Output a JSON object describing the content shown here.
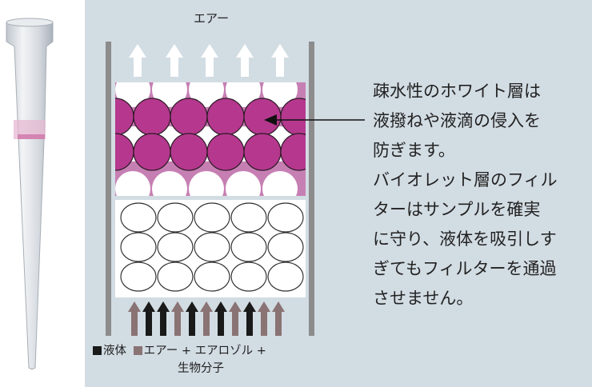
{
  "air_label": "エアー",
  "description": [
    "疎水性のホワイト層は",
    "液撥ねや液滴の侵入を",
    "防ぎます。",
    "バイオレット層のフィル",
    "ターはサンプルを確実",
    "に守り、液体を吸引しす",
    "ぎてもフィルターを通過",
    "させません。"
  ],
  "legend": {
    "liquid_label": "液体",
    "mix_label_line1": "エアー + エアロゾル +",
    "mix_label_line2": "生物分子"
  },
  "colors": {
    "panel": "#d2dce3",
    "violet": "#b5388e",
    "violet_band": "#c67fb3",
    "wall": "#8c8c8c",
    "arrow_mix": "#8a7374",
    "arrow_liquid": "#1a1a1a"
  },
  "icons": [
    "pipette-tip-icon",
    "air-arrow-icon",
    "pointer-arrow-icon"
  ]
}
